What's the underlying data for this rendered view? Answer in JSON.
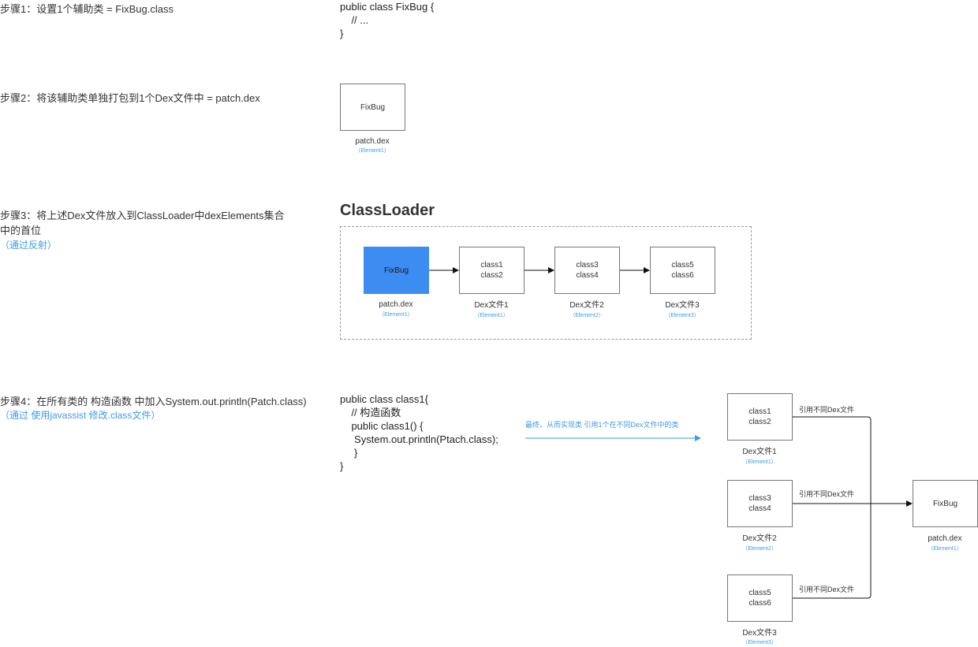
{
  "steps": {
    "s1": "步骤1：设置1个辅助类 = FixBug.class",
    "s2": "步骤2：将该辅助类单独打包到1个Dex文件中 = patch.dex",
    "s3_line1": "步骤3：将上述Dex文件放入到ClassLoader中dexElements集合",
    "s3_line2": "中的首位",
    "s3_note": "（通过反射）",
    "s4": "步骤4：在所有类的 构造函数 中加入System.out.println(Patch.class)",
    "s4_note": "（通过 使用javassist 修改.class文件）"
  },
  "code1": {
    "l1": "public class FixBug {",
    "l2": "    // ...",
    "l3": "}"
  },
  "code2": {
    "l1": "public class class1{",
    "l2": "    // 构造函数",
    "l3": "    public class1() {",
    "l4": "     System.out.println(Ptach.class);",
    "l5": "     }",
    "l6": "}"
  },
  "step2_diagram": {
    "box": "FixBug",
    "label": "patch.dex",
    "sub": "（Element1）"
  },
  "classloader": {
    "title": "ClassLoader",
    "nodes": [
      {
        "line1": "FixBug",
        "line2": "",
        "label": "patch.dex",
        "sub": "（Element1）"
      },
      {
        "line1": "class1",
        "line2": "class2",
        "label": "Dex文件1",
        "sub": "（Element1）"
      },
      {
        "line1": "class3",
        "line2": "class4",
        "label": "Dex文件2",
        "sub": "（Element2）"
      },
      {
        "line1": "class5",
        "line2": "class6",
        "label": "Dex文件3",
        "sub": "（Element3）"
      }
    ]
  },
  "step4_diagram": {
    "arrow_note": "最终，从而实现类 引用1个在不同Dex文件中的类",
    "edge_label": "引用不同Dex文件",
    "nodes": [
      {
        "line1": "class1",
        "line2": "class2",
        "label": "Dex文件1",
        "sub": "（Element1）"
      },
      {
        "line1": "class3",
        "line2": "class4",
        "label": "Dex文件2",
        "sub": "（Element2）"
      },
      {
        "line1": "class5",
        "line2": "class6",
        "label": "Dex文件3",
        "sub": "（Element3）"
      }
    ],
    "target": {
      "line1": "FixBug",
      "label": "patch.dex",
      "sub": "（Element1）"
    }
  },
  "colors": {
    "accent": "#3d8cf2",
    "note": "#3d9be9"
  }
}
